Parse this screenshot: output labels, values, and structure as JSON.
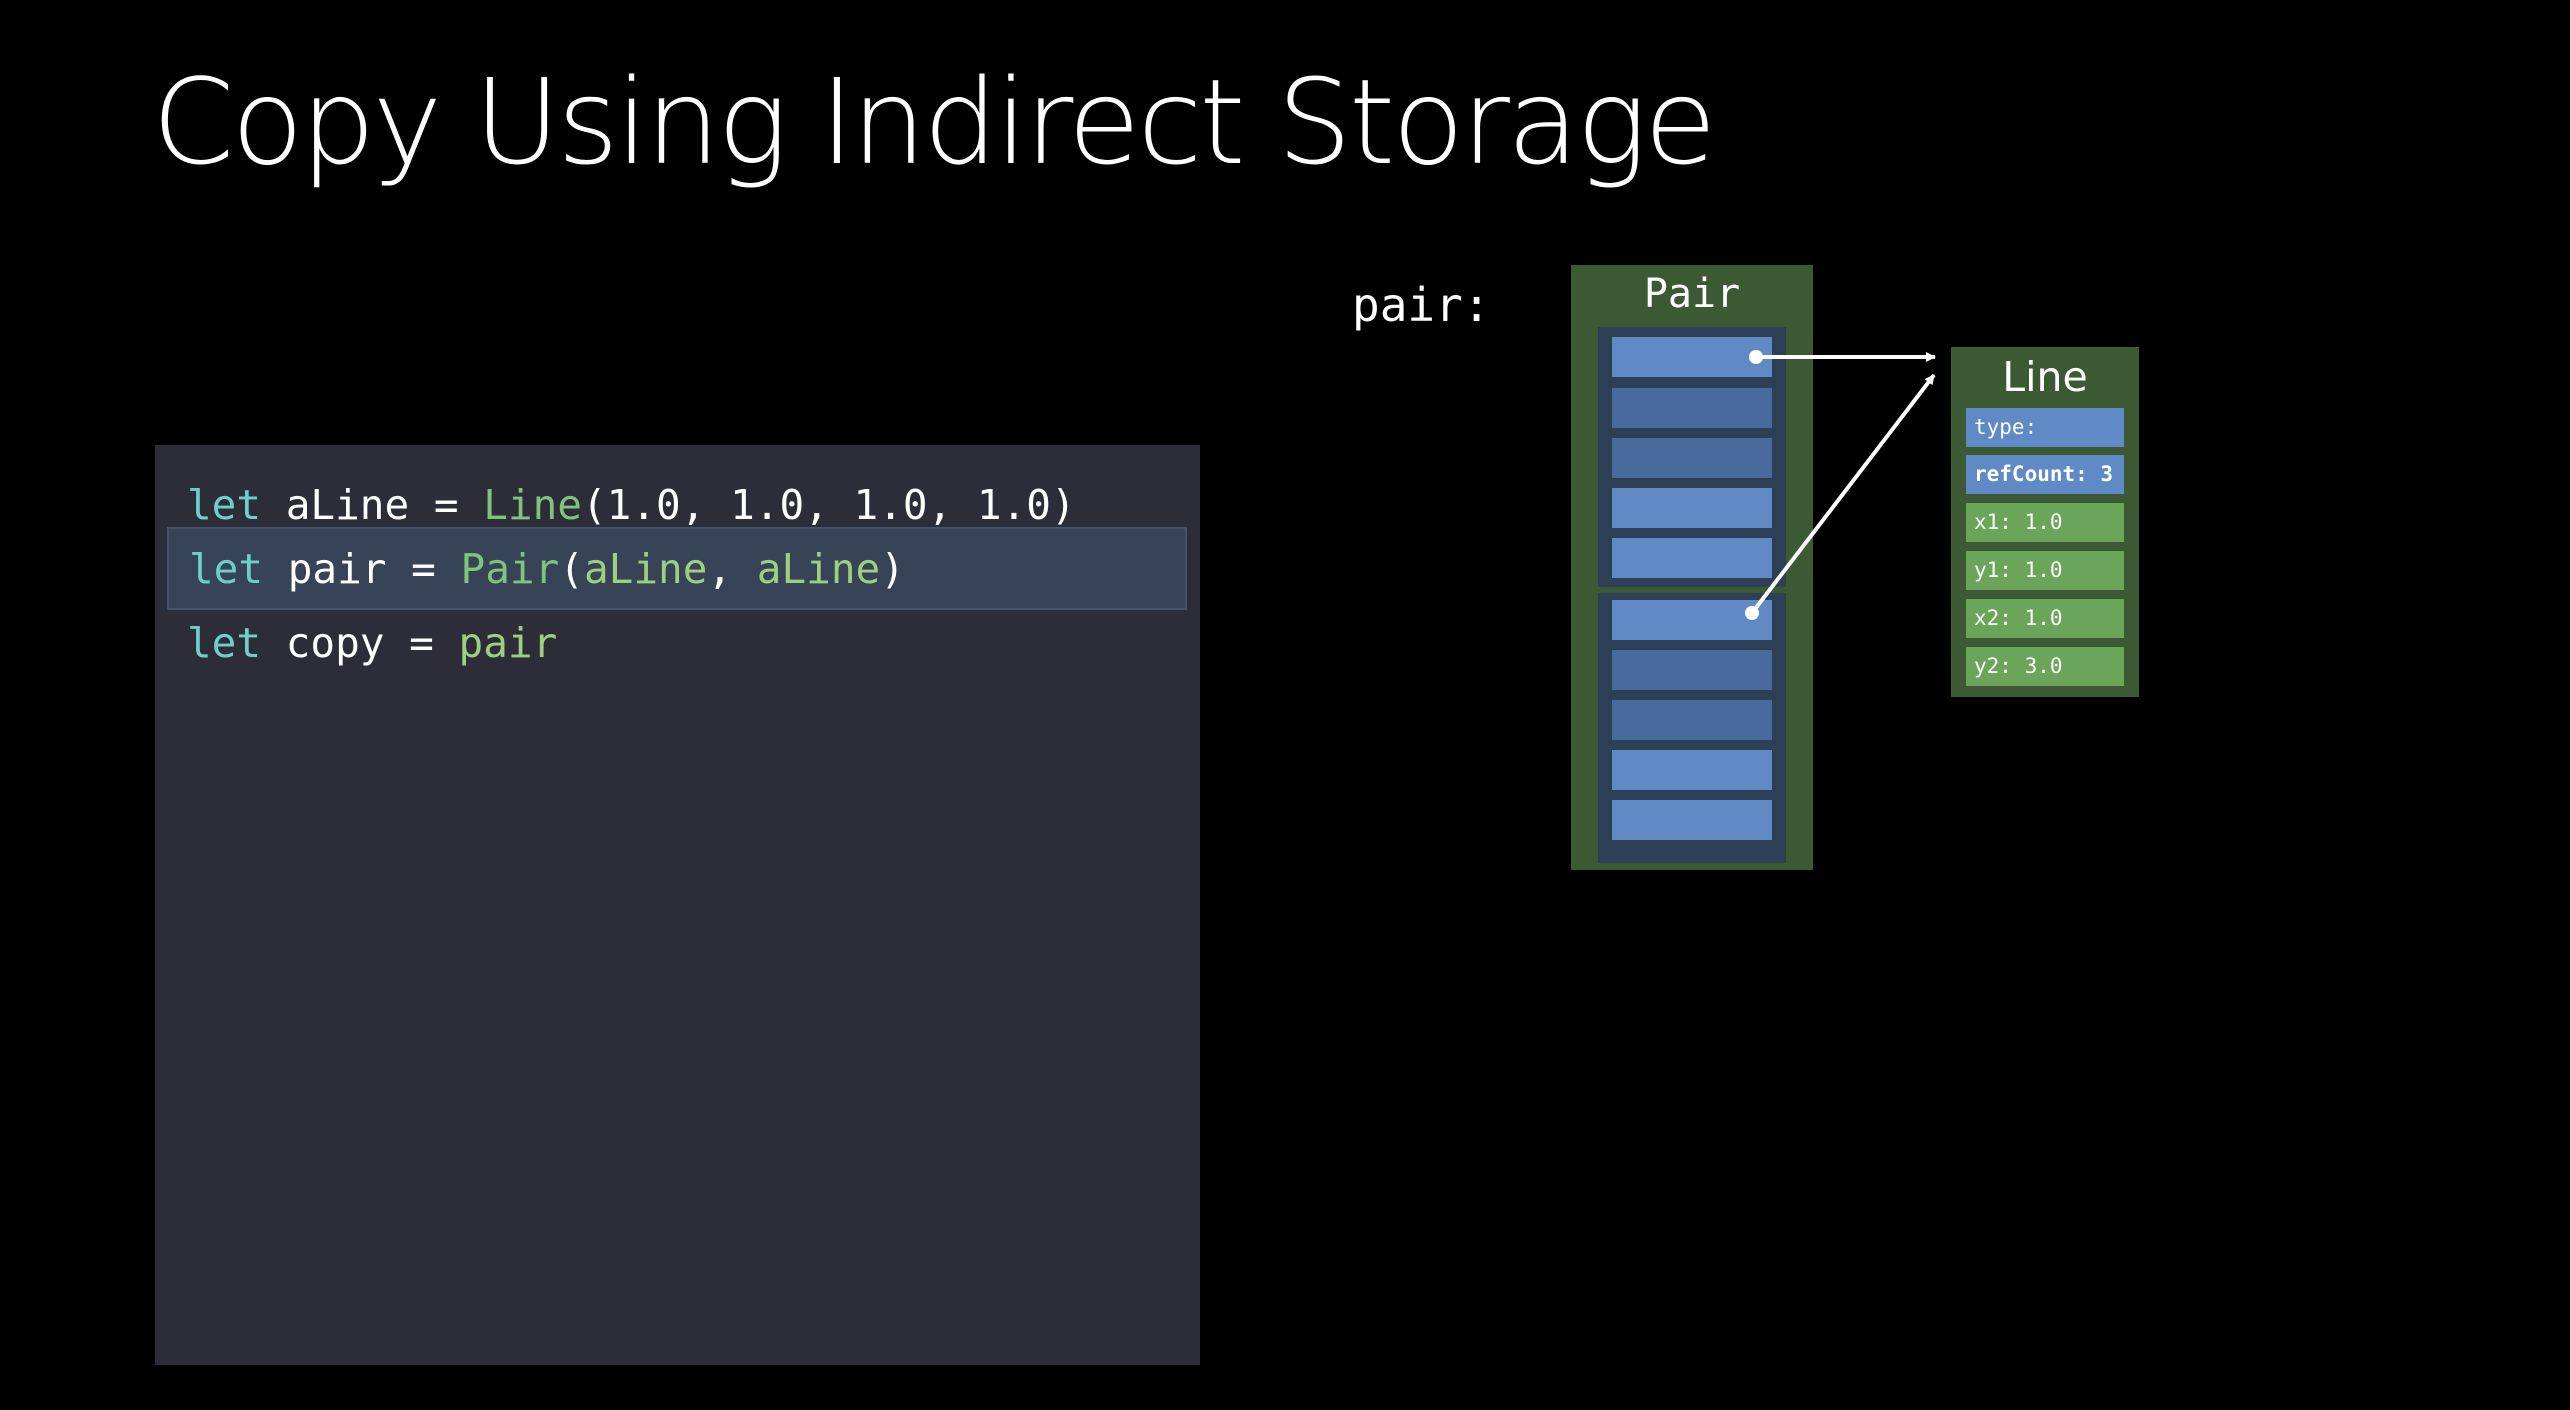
{
  "title": "Copy Using Indirect Storage",
  "code": {
    "line1": {
      "kw": "let",
      "mid": " aLine = ",
      "type": "Line",
      "rest": "(1.0, 1.0, 1.0, 1.0)"
    },
    "line2": {
      "kw": "let",
      "mid": " pair = ",
      "type": "Pair",
      "open": "(",
      "arg1": "aLine",
      "sep": ", ",
      "arg2": "aLine",
      "close": ")"
    },
    "line3": {
      "kw": "let",
      "mid": " copy = ",
      "var": "pair"
    }
  },
  "diagram": {
    "pair_label": "pair:",
    "pair_box_title": "Pair",
    "line_box_title": "Line",
    "line_fields": [
      "type:",
      "refCount: 3",
      "x1: 1.0",
      "y1: 1.0",
      "x2: 1.0",
      "y2: 3.0"
    ]
  },
  "colors": {
    "background": "#000000",
    "code_panel": "#2c2d38",
    "highlight": "#374356",
    "keyword": "#6ecfc9",
    "type": "#7ec47b",
    "box_green": "#3b5a33",
    "slot_blue": "#5f8ac5",
    "field_green": "#6aa55a"
  }
}
